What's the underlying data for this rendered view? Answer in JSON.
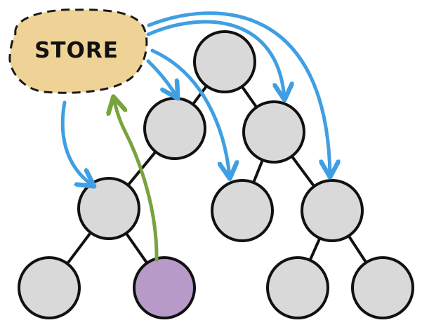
{
  "store": {
    "label": "STORE",
    "fill": "#efd396",
    "stroke": "#1a1a1a"
  },
  "colors": {
    "node_fill": "#d9d9d9",
    "node_stroke": "#111111",
    "active_node_fill": "#b79ac7",
    "tree_edge": "#111111",
    "down_arrow": "#3f9fe2",
    "up_arrow": "#78a33d",
    "background": "#ffffff"
  },
  "tree": {
    "nodes": [
      {
        "id": "root",
        "name": "tree-node-root",
        "active": false
      },
      {
        "id": "l",
        "name": "tree-node-left",
        "active": false
      },
      {
        "id": "r",
        "name": "tree-node-right",
        "active": false
      },
      {
        "id": "ll",
        "name": "tree-node-left-left",
        "active": false
      },
      {
        "id": "rl",
        "name": "tree-node-right-left",
        "active": false
      },
      {
        "id": "rr",
        "name": "tree-node-right-right",
        "active": false
      },
      {
        "id": "lll",
        "name": "tree-node-left-left-left",
        "active": false
      },
      {
        "id": "llr",
        "name": "tree-node-left-left-right",
        "active": true
      },
      {
        "id": "rrl",
        "name": "tree-node-right-right-left",
        "active": false
      },
      {
        "id": "rrr",
        "name": "tree-node-right-right-right",
        "active": false
      }
    ],
    "edges": [
      [
        "root",
        "l"
      ],
      [
        "root",
        "r"
      ],
      [
        "l",
        "ll"
      ],
      [
        "r",
        "rl"
      ],
      [
        "r",
        "rr"
      ],
      [
        "ll",
        "lll"
      ],
      [
        "ll",
        "llr"
      ],
      [
        "rr",
        "rrl"
      ],
      [
        "rr",
        "rrr"
      ]
    ]
  },
  "arrows": {
    "store_to_nodes": [
      "ll",
      "l",
      "rl",
      "r",
      "rr"
    ],
    "node_to_store": [
      "llr"
    ]
  }
}
